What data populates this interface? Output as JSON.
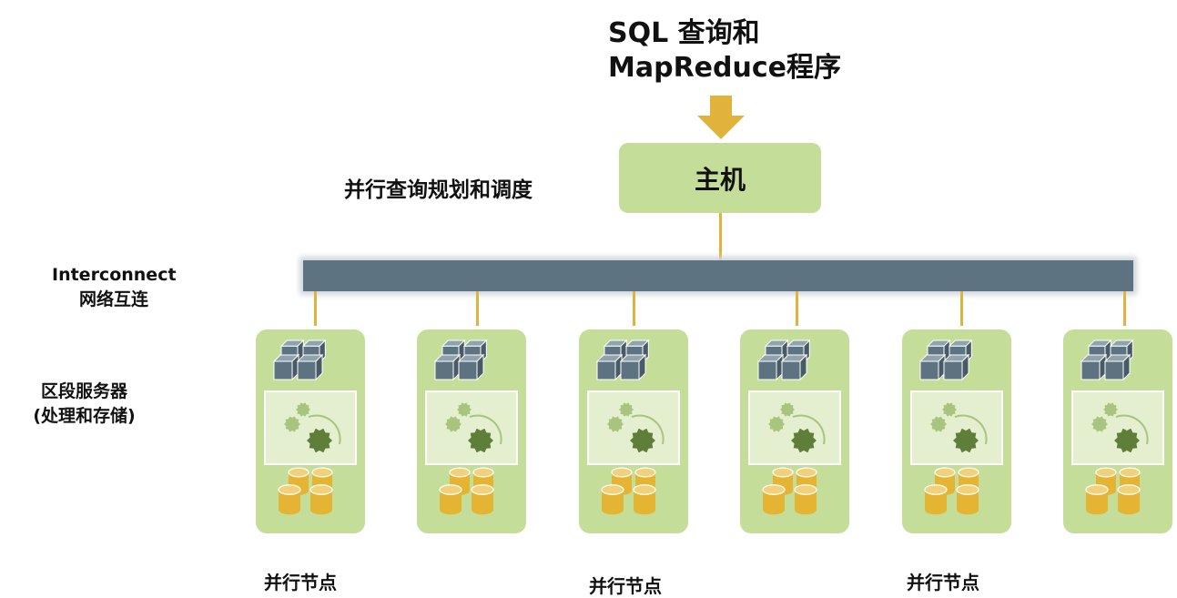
{
  "title": {
    "line1": "SQL 查询和",
    "line2": "MapReduce程序"
  },
  "master": {
    "label": "主机"
  },
  "labels": {
    "planning": "并行查询规划和调度",
    "interconnect_en": "Interconnect",
    "interconnect_zh": "网络互连",
    "segment_line1": "区段服务器",
    "segment_line2": "(处理和存储)"
  },
  "nodes": [
    {
      "id": 1
    },
    {
      "id": 2
    },
    {
      "id": 3
    },
    {
      "id": 4
    },
    {
      "id": 5
    },
    {
      "id": 6
    }
  ],
  "parallel_node_labels": [
    "并行节点",
    "并行节点",
    "并行节点"
  ],
  "colors": {
    "node_fill": "#c4dd99",
    "bus": "#5d7381",
    "accent": "#e2b33a",
    "cube": "#5d7381",
    "gear_dark": "#5e7e3a",
    "cylinder": "#e5b432"
  },
  "icons": [
    "down-arrow-icon",
    "cube-icon",
    "gear-icon",
    "cylinder-icon"
  ]
}
